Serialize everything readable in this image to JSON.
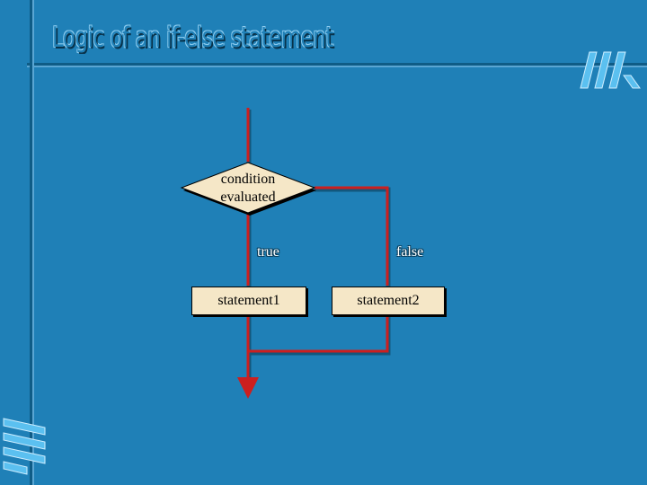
{
  "slide": {
    "title": "Logic of an if-else statement"
  },
  "flowchart": {
    "condition_line1": "condition",
    "condition_line2": "evaluated",
    "true_label": "true",
    "false_label": "false",
    "box_true": "statement1",
    "box_false": "statement2"
  },
  "colors": {
    "background": "#1f80b7",
    "arrow": "#cc1f1f",
    "shape_fill": "#f5e7c7"
  }
}
